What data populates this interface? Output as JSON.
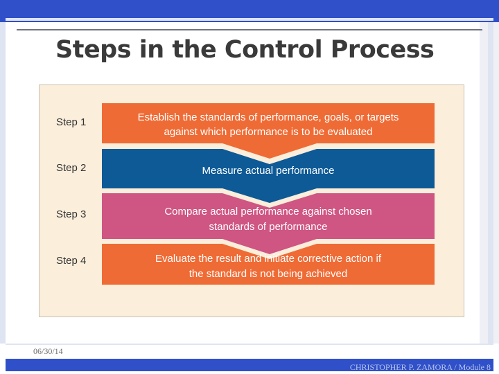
{
  "slide": {
    "title": "Steps in the Control Process",
    "date": "06/30/14",
    "footer": "CHRISTOPHER P. ZAMORA / Module 8"
  },
  "colors": {
    "accent_blue": "#2f50c8",
    "step1": "#ef6b35",
    "step2": "#0d5a97",
    "step3": "#cf5582",
    "step4": "#ef6b35",
    "figure_bg": "#fbeedb"
  },
  "steps": [
    {
      "label": "Step 1",
      "lines": [
        "Establish the standards of performance, goals, or targets",
        "against which performance is to be evaluated"
      ]
    },
    {
      "label": "Step 2",
      "lines": [
        "Measure actual performance"
      ]
    },
    {
      "label": "Step 3",
      "lines": [
        "Compare actual performance against chosen",
        "standards of performance"
      ]
    },
    {
      "label": "Step 4",
      "lines": [
        "Evaluate the result and initiate corrective action if",
        "the standard is not being achieved"
      ]
    }
  ]
}
